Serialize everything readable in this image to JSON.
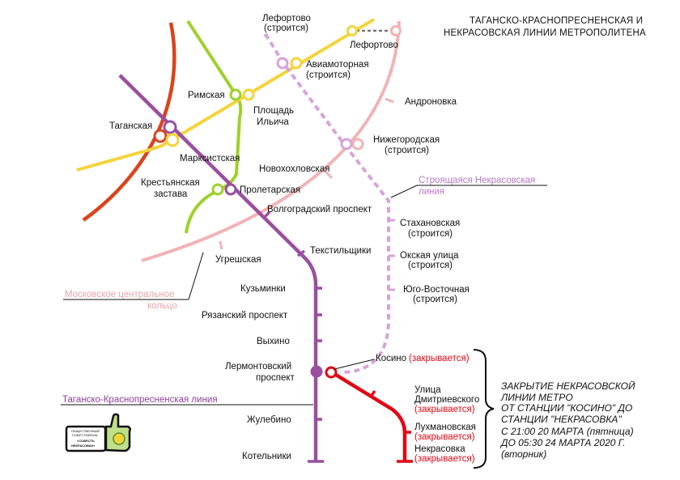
{
  "title": {
    "line1": "ТАГАНСКО-КРАСНОПРЕСНЕНСКАЯ И",
    "line2": "НЕКРАСОВСКАЯ ЛИНИИ МЕТРОПОЛИТЕНА"
  },
  "lines": {
    "tkl": {
      "label": "Таганско-Краснопресненская линия",
      "color": "#9b4f9f"
    },
    "nekrasovka_construction": {
      "label_1": "Строящаяся Некрасовская",
      "label_2": "линия",
      "color": "#d7a3d9"
    },
    "mck": {
      "label_1": "Московское центральное",
      "label_2": "кольцо",
      "color": "#f2b3b5"
    },
    "kalininskaya": {
      "color": "#f5d33b"
    },
    "lyublinskaya": {
      "color": "#9dd12a"
    },
    "koltsevaya": {
      "color": "#d9441c"
    },
    "closure_segment": {
      "color": "#e30613"
    }
  },
  "stations": {
    "lefortovo_construction_1": "Лефортово",
    "lefortovo_construction_2": "(строится)",
    "lefortovo": "Лефортово",
    "aviamotornaya_1": "Авиамоторная",
    "aviamotornaya_2": "(строится)",
    "andronovka": "Андроновка",
    "rimskaya": "Римская",
    "ploshchad_ilyicha_1": "Площадь",
    "ploshchad_ilyicha_2": "Ильича",
    "taganskaya": "Таганская",
    "marksistskaya": "Марксистская",
    "nizhegorodskaya_1": "Нижегородская",
    "nizhegorodskaya_2": "(строится)",
    "novokhokhlovskaya": "Новохохловская",
    "krestyanskaya_1": "Крестьянская",
    "krestyanskaya_2": "застава",
    "proletarskaya": "Пролетарская",
    "volgogradsky": "Волгоградский проспект",
    "stakhanovskaya_1": "Стахановская",
    "stakhanovskaya_2": "(строится)",
    "tekstilshchiki": "Текстильщики",
    "ugreshskaya": "Угрешская",
    "okskaya_1": "Окская улица",
    "okskaya_2": "(строится)",
    "kuzminki": "Кузьминки",
    "yugo_vostochnaya_1": "Юго-Восточная",
    "yugo_vostochnaya_2": "(строится)",
    "ryazansky": "Рязанский проспект",
    "vykhino": "Выхино",
    "lermontovsky_1": "Лермонтовский",
    "lermontovsky_2": "проспект",
    "kosino": "Косино",
    "kosino_status": "(закрывается)",
    "ulitsa_dmitrievskogo_1": "Улица",
    "ulitsa_dmitrievskogo_2": "Дмитриевского",
    "ulitsa_dmitrievskogo_status": "(закрывается)",
    "zhulebino": "Жулебино",
    "lukhmanovskaya": "Лухмановская",
    "lukhmanovskaya_status": "(закрывается)",
    "kotelniki": "Котельники",
    "nekrasovka": "Некрасовка",
    "nekrasovka_status": "(закрывается)"
  },
  "notice": {
    "line1": "ЗАКРЫТИЕ НЕКРАСОВСКОЙ",
    "line2": "ЛИНИИ МЕТРО",
    "line3": "ОТ СТАНЦИИ \"КОСИНО\" ДО",
    "line4": "СТАНЦИИ \"НЕКРАСОВКА\"",
    "line5": "С 21:00 20 МАРТА  (пятница)",
    "line6": "ДО 05:30 24 МАРТА 2020 Г.",
    "line7": "(вторник)"
  },
  "logo": {
    "line1": "ОБЩЕСТВЕННЫЙ",
    "line2": "СОВЕТ РАЙОНА",
    "line3": "«СОВЕСТЬ",
    "line4": "НЕКРАСОВКИ»"
  }
}
